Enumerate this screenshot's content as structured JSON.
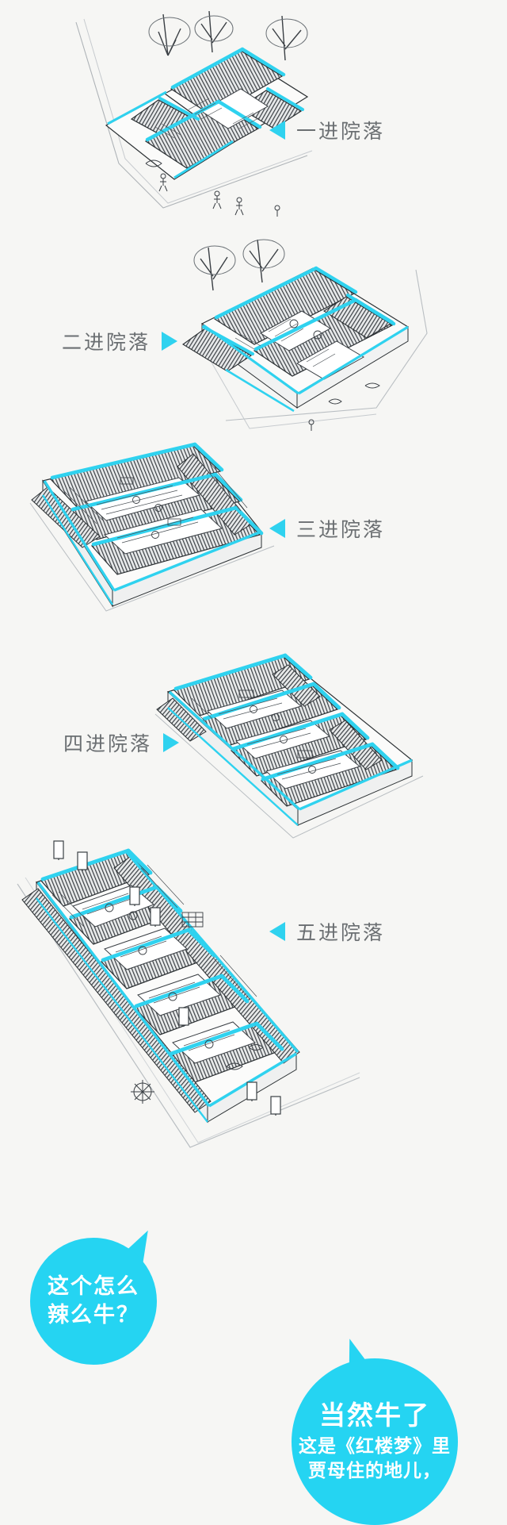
{
  "page": {
    "background_color": "#f6f6f4",
    "accent_color": "#2fd2ef",
    "bubble_color": "#25d4f2",
    "label_color": "#6b6f72",
    "subject": "中国传统四合院进制示意图"
  },
  "labels": [
    {
      "id": "one",
      "text": "一进院落",
      "marker": "triangle-left-icon",
      "align": "right"
    },
    {
      "id": "two",
      "text": "二进院落",
      "marker": "triangle-right-icon",
      "align": "left"
    },
    {
      "id": "three",
      "text": "三进院落",
      "marker": "triangle-left-icon",
      "align": "right"
    },
    {
      "id": "four",
      "text": "四进院落",
      "marker": "triangle-right-icon",
      "align": "left"
    },
    {
      "id": "five",
      "text": "五进院落",
      "marker": "triangle-left-icon",
      "align": "right"
    }
  ],
  "bubbles": {
    "question": {
      "line1": "这个怎么",
      "line2": "辣么牛？"
    },
    "answer": {
      "line1": "当然牛了",
      "line2": "这是《红楼梦》里",
      "line3": "贾母住的地儿，"
    }
  },
  "illustrations": [
    {
      "id": "courtyard-1",
      "label": "一进院落",
      "courtyards": 1
    },
    {
      "id": "courtyard-2",
      "label": "二进院落",
      "courtyards": 2
    },
    {
      "id": "courtyard-3",
      "label": "三进院落",
      "courtyards": 3
    },
    {
      "id": "courtyard-4",
      "label": "四进院落",
      "courtyards": 4
    },
    {
      "id": "courtyard-5",
      "label": "五进院落",
      "courtyards": 5
    }
  ]
}
